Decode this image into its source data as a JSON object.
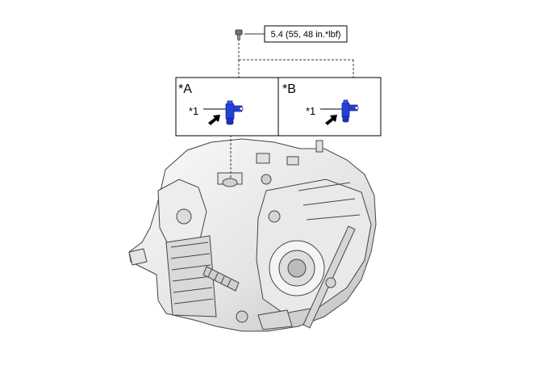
{
  "torque_spec": "5.4 (55, 48 in.*lbf)",
  "panels": [
    {
      "letter": "*A",
      "callout": "*1"
    },
    {
      "letter": "*B",
      "callout": "*1"
    }
  ],
  "colors": {
    "sensor_blue": "#2541d6",
    "sensor_dark": "#15258f",
    "casting_light": "#f1f1f1",
    "casting_mid": "#c9c9c9",
    "casting_dark": "#555555"
  },
  "icons": [
    "bolt-icon",
    "speed-sensor-icon",
    "arrow-icon",
    "transaxle-illustration"
  ]
}
